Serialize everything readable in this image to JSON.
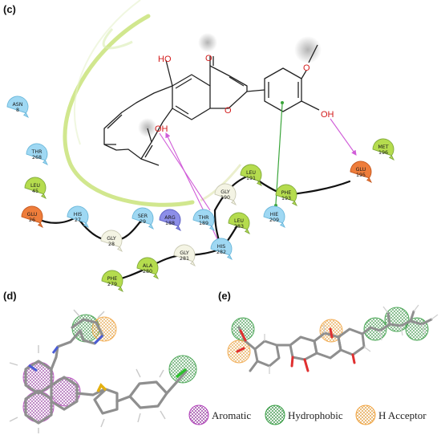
{
  "panels": {
    "c": "(c)",
    "d": "(d)",
    "e": "(e)"
  },
  "ligand_atoms": {
    "oxo": "O",
    "ring_o": "O",
    "ho_top": "HO",
    "oh_bottom": "OH",
    "oh_right": "OH",
    "methoxy_o": "O"
  },
  "residues": [
    {
      "id": "asn8",
      "name": "ASN",
      "num": "8",
      "type": "polar"
    },
    {
      "id": "thr268",
      "name": "THR",
      "num": "268",
      "type": "polar"
    },
    {
      "id": "leu45",
      "name": "LEU",
      "num": "45",
      "type": "hydrophobic"
    },
    {
      "id": "glu26",
      "name": "GLU",
      "num": "26",
      "type": "negative"
    },
    {
      "id": "his27",
      "name": "HIS",
      "num": "27",
      "type": "polar"
    },
    {
      "id": "gly28",
      "name": "GLY",
      "num": "28",
      "type": "glycine"
    },
    {
      "id": "ser29",
      "name": "SER",
      "num": "29",
      "type": "polar"
    },
    {
      "id": "arg188",
      "name": "ARG",
      "num": "188",
      "type": "positive"
    },
    {
      "id": "thr189",
      "name": "THR",
      "num": "189",
      "type": "polar"
    },
    {
      "id": "gly190",
      "name": "GLY",
      "num": "190",
      "type": "glycine"
    },
    {
      "id": "leu191",
      "name": "LEU",
      "num": "191",
      "type": "hydrophobic"
    },
    {
      "id": "phe193",
      "name": "PHE",
      "num": "193",
      "type": "hydrophobic"
    },
    {
      "id": "glu195",
      "name": "GLU",
      "num": "195",
      "type": "negative"
    },
    {
      "id": "met196",
      "name": "MET",
      "num": "196",
      "type": "hydrophobic"
    },
    {
      "id": "hie209",
      "name": "HIE",
      "num": "209",
      "type": "polar"
    },
    {
      "id": "leu283",
      "name": "LEU",
      "num": "283",
      "type": "hydrophobic"
    },
    {
      "id": "his282",
      "name": "HIS",
      "num": "282",
      "type": "polar"
    },
    {
      "id": "gly281",
      "name": "GLY",
      "num": "281",
      "type": "glycine"
    },
    {
      "id": "ala280",
      "name": "ALA",
      "num": "280",
      "type": "hydrophobic"
    },
    {
      "id": "phe279",
      "name": "PHE",
      "num": "279",
      "type": "hydrophobic"
    }
  ],
  "legend": {
    "aromatic": "Aromatic",
    "hydrophobic": "Hydrophobic",
    "acceptor": "H Acceptor"
  },
  "colors": {
    "polar": "#9fd8f3",
    "hydrophobic": "#b5dc4e",
    "negative": "#ee7d3b",
    "positive": "#8c8ee8",
    "glycine": "#f4f4e4",
    "hbond": "#d05cd8",
    "pi_stack": "#3aa53a",
    "aromatic": "#b03ab8",
    "hydrophobic_feature": "#2f9a3c",
    "acceptor": "#f1a23c"
  }
}
